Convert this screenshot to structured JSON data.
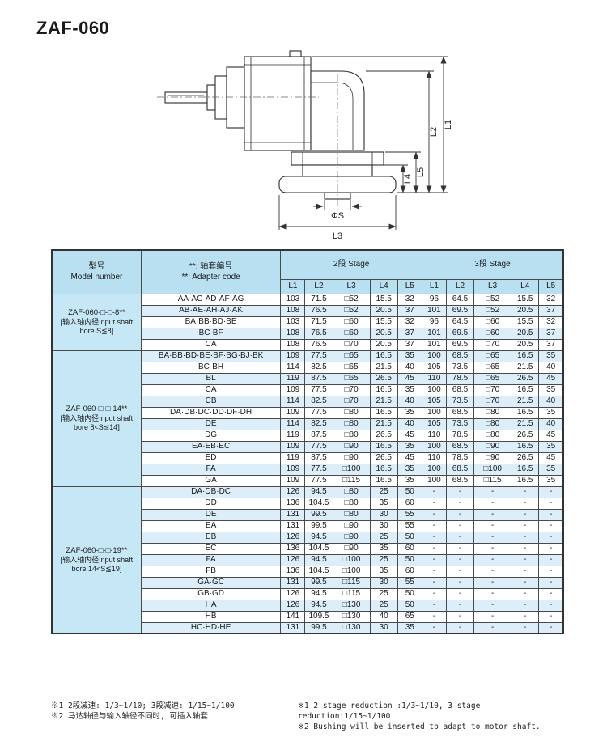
{
  "page": {
    "title": "ZAF-060"
  },
  "diagram": {
    "labels": {
      "l1": "L1",
      "l2": "L2",
      "l3": "L3",
      "l4": "L4",
      "l5": "L5",
      "phi_s": "ΦS"
    }
  },
  "table": {
    "header": {
      "model_zh": "型号",
      "model_en": "Model number",
      "adapter_zh": "**: 轴套编号",
      "adapter_en": "**: Adapter code",
      "stage2": "2段 Stage",
      "stage3": "3段 Stage",
      "dims": [
        "L1",
        "L2",
        "L3",
        "L4",
        "L5"
      ]
    },
    "groups": [
      {
        "model": "ZAF-060-□-□-8**",
        "note": "[输入轴内径Input shaft bore S≦8]",
        "rows": [
          {
            "code": "AA·AC·AD·AF·AG",
            "values": [
              "103",
              "71.5",
              "□52",
              "15.5",
              "32",
              "96",
              "64.5",
              "□52",
              "15.5",
              "32"
            ]
          },
          {
            "code": "AB·AE·AH·AJ·AK",
            "values": [
              "108",
              "76.5",
              "□52",
              "20.5",
              "37",
              "101",
              "69.5",
              "□52",
              "20.5",
              "37"
            ]
          },
          {
            "code": "BA·BB·BD·BE",
            "values": [
              "103",
              "71.5",
              "□60",
              "15.5",
              "32",
              "96",
              "64.5",
              "□60",
              "15.5",
              "32"
            ]
          },
          {
            "code": "BC·BF",
            "values": [
              "108",
              "76.5",
              "□60",
              "20.5",
              "37",
              "101",
              "69.5",
              "□60",
              "20.5",
              "37"
            ]
          },
          {
            "code": "CA",
            "values": [
              "108",
              "76.5",
              "□70",
              "20.5",
              "37",
              "101",
              "69.5",
              "□70",
              "20.5",
              "37"
            ]
          }
        ]
      },
      {
        "model": "ZAF-060-□-□-14**",
        "note": "[输入轴内径Input shaft bore 8<S≦14]",
        "rows": [
          {
            "code": "BA·BB·BD·BE·BF·BG·BJ·BK",
            "values": [
              "109",
              "77.5",
              "□65",
              "16.5",
              "35",
              "100",
              "68.5",
              "□65",
              "16.5",
              "35"
            ]
          },
          {
            "code": "BC·BH",
            "values": [
              "114",
              "82.5",
              "□65",
              "21.5",
              "40",
              "105",
              "73.5",
              "□65",
              "21.5",
              "40"
            ]
          },
          {
            "code": "BL",
            "values": [
              "119",
              "87.5",
              "□65",
              "26.5",
              "45",
              "110",
              "78.5",
              "□65",
              "26.5",
              "45"
            ]
          },
          {
            "code": "CA",
            "values": [
              "109",
              "77.5",
              "□70",
              "16.5",
              "35",
              "100",
              "68.5",
              "□70",
              "16.5",
              "35"
            ]
          },
          {
            "code": "CB",
            "values": [
              "114",
              "82.5",
              "□70",
              "21.5",
              "40",
              "105",
              "73.5",
              "□70",
              "21.5",
              "40"
            ]
          },
          {
            "code": "DA·DB·DC·DD·DF·DH",
            "values": [
              "109",
              "77.5",
              "□80",
              "16.5",
              "35",
              "100",
              "68.5",
              "□80",
              "16.5",
              "35"
            ]
          },
          {
            "code": "DE",
            "values": [
              "114",
              "82.5",
              "□80",
              "21.5",
              "40",
              "105",
              "73.5",
              "□80",
              "21.5",
              "40"
            ]
          },
          {
            "code": "DG",
            "values": [
              "119",
              "87.5",
              "□80",
              "26.5",
              "45",
              "110",
              "78.5",
              "□80",
              "26.5",
              "45"
            ]
          },
          {
            "code": "EA·EB·EC",
            "values": [
              "109",
              "77.5",
              "□90",
              "16.5",
              "35",
              "100",
              "68.5",
              "□90",
              "16.5",
              "35"
            ]
          },
          {
            "code": "ED",
            "values": [
              "119",
              "87.5",
              "□90",
              "26.5",
              "45",
              "110",
              "78.5",
              "□90",
              "26.5",
              "45"
            ]
          },
          {
            "code": "FA",
            "values": [
              "109",
              "77.5",
              "□100",
              "16.5",
              "35",
              "100",
              "68.5",
              "□100",
              "16.5",
              "35"
            ]
          },
          {
            "code": "GA",
            "values": [
              "109",
              "77.5",
              "□115",
              "16.5",
              "35",
              "100",
              "68.5",
              "□115",
              "16.5",
              "35"
            ]
          }
        ]
      },
      {
        "model": "ZAF-060-□-□-19**",
        "note": "[输入轴内径Input shaft bore 14<S≦19]",
        "rows": [
          {
            "code": "DA·DB·DC",
            "values": [
              "126",
              "94.5",
              "□80",
              "25",
              "50",
              "-",
              "-",
              "-",
              "-",
              "-"
            ]
          },
          {
            "code": "DD",
            "values": [
              "136",
              "104.5",
              "□80",
              "35",
              "60",
              "-",
              "-",
              "-",
              "-",
              "-"
            ]
          },
          {
            "code": "DE",
            "values": [
              "131",
              "99.5",
              "□80",
              "30",
              "55",
              "-",
              "-",
              "-",
              "-",
              "-"
            ]
          },
          {
            "code": "EA",
            "values": [
              "131",
              "99.5",
              "□90",
              "30",
              "55",
              "-",
              "-",
              "-",
              "-",
              "-"
            ]
          },
          {
            "code": "EB",
            "values": [
              "126",
              "94.5",
              "□90",
              "25",
              "50",
              "-",
              "-",
              "-",
              "-",
              "-"
            ]
          },
          {
            "code": "EC",
            "values": [
              "136",
              "104.5",
              "□90",
              "35",
              "60",
              "-",
              "-",
              "-",
              "-",
              "-"
            ]
          },
          {
            "code": "FA",
            "values": [
              "126",
              "94.5",
              "□100",
              "25",
              "50",
              "-",
              "-",
              "-",
              "-",
              "-"
            ]
          },
          {
            "code": "FB",
            "values": [
              "136",
              "104.5",
              "□100",
              "35",
              "60",
              "-",
              "-",
              "-",
              "-",
              "-"
            ]
          },
          {
            "code": "GA·GC",
            "values": [
              "131",
              "99.5",
              "□115",
              "30",
              "55",
              "-",
              "-",
              "-",
              "-",
              "-"
            ]
          },
          {
            "code": "GB·GD",
            "values": [
              "126",
              "94.5",
              "□115",
              "25",
              "50",
              "-",
              "-",
              "-",
              "-",
              "-"
            ]
          },
          {
            "code": "HA",
            "values": [
              "126",
              "94.5",
              "□130",
              "25",
              "50",
              "-",
              "-",
              "-",
              "-",
              "-"
            ]
          },
          {
            "code": "HB",
            "values": [
              "141",
              "109.5",
              "□130",
              "40",
              "65",
              "-",
              "-",
              "-",
              "-",
              "-"
            ]
          },
          {
            "code": "HC·HD·HE",
            "values": [
              "131",
              "99.5",
              "□130",
              "30",
              "35",
              "-",
              "-",
              "-",
              "-",
              "-"
            ]
          }
        ]
      }
    ]
  },
  "footnotes": {
    "zh": [
      "※1 2段减速: 1/3~1/10; 3段减速: 1/15~1/100",
      "※2 马达轴径与输入轴径不同时, 可插入轴套"
    ],
    "en": [
      "※1 2 stage reduction :1/3~1/10, 3 stage reduction:1/15~1/100",
      "※2 Bushing will be inserted to adapt to motor shaft."
    ]
  }
}
